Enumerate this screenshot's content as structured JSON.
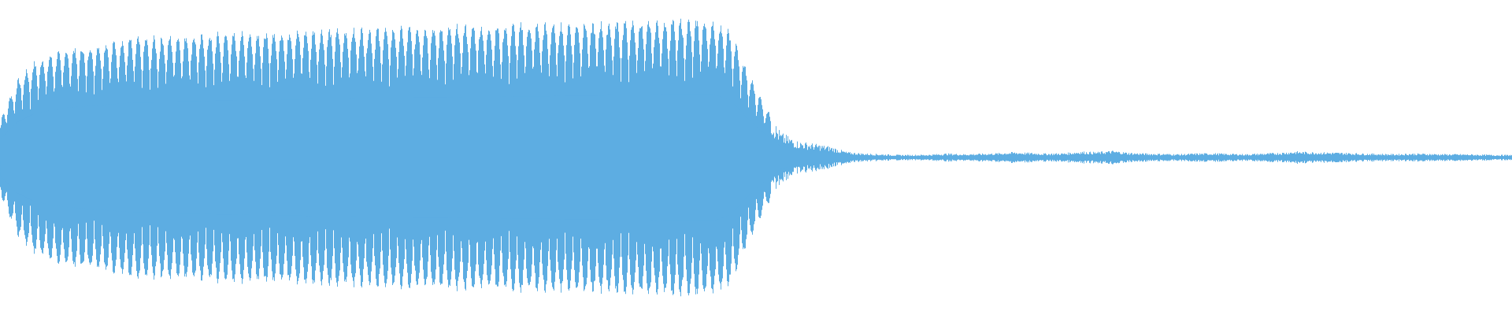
{
  "waveform": {
    "color": "#5dade2",
    "background": "#ffffff",
    "amplitude_envelope": [
      0.28,
      0.55,
      0.68,
      0.74,
      0.78,
      0.8,
      0.82,
      0.84,
      0.86,
      0.86,
      0.87,
      0.88,
      0.88,
      0.89,
      0.89,
      0.9,
      0.9,
      0.91,
      0.91,
      0.92,
      0.92,
      0.92,
      0.93,
      0.93,
      0.93,
      0.94,
      0.94,
      0.94,
      0.95,
      0.95,
      0.95,
      0.96,
      0.96,
      0.96,
      0.97,
      0.97,
      0.97,
      0.98,
      0.98,
      0.98,
      0.99,
      0.99,
      0.99,
      0.99,
      0.9,
      0.62,
      0.38,
      0.18,
      0.12,
      0.1,
      0.08,
      0.04,
      0.03,
      0.025,
      0.02,
      0.02,
      0.022,
      0.03,
      0.025,
      0.028,
      0.032,
      0.04,
      0.035,
      0.03,
      0.032,
      0.045,
      0.04,
      0.05,
      0.035,
      0.03,
      0.028,
      0.025,
      0.03,
      0.032,
      0.028,
      0.025,
      0.03,
      0.035,
      0.045,
      0.04,
      0.038,
      0.035,
      0.03,
      0.028,
      0.025,
      0.03,
      0.028,
      0.025,
      0.025,
      0.022,
      0.02,
      0.02
    ]
  }
}
